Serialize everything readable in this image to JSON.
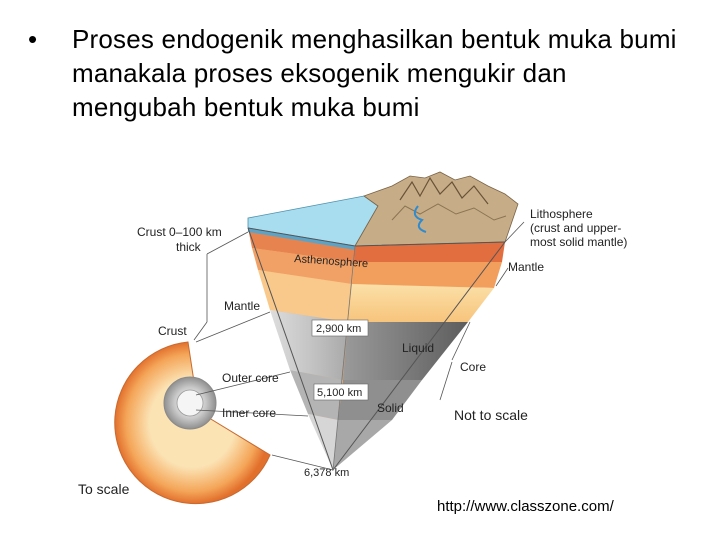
{
  "slide": {
    "bullet_text": "Proses endogenik menghasilkan bentuk muka bumi manakala proses eksogenik mengukir dan mengubah bentuk muka bumi",
    "source_url": "http://www.classzone.com/"
  },
  "diagram": {
    "labels": {
      "crust_0_100_line1": "Crust 0–100 km",
      "crust_0_100_line2": "thick",
      "lithosphere_line1": "Lithosphere",
      "lithosphere_line2": "(crust and upper-",
      "lithosphere_line3": "most solid mantle)",
      "asthenosphere": "Asthenosphere",
      "mantle_right": "Mantle",
      "mantle_left": "Mantle",
      "crust_left": "Crust",
      "depth_2900": "2,900 km",
      "liquid": "Liquid",
      "core": "Core",
      "outer_core": "Outer core",
      "depth_5100": "5,100 km",
      "inner_core": "Inner core",
      "solid": "Solid",
      "not_to_scale": "Not to scale",
      "depth_6378": "6,378 km",
      "to_scale": "To scale"
    },
    "colors": {
      "ocean": "#9fd6ea",
      "crust": "#c9b49a",
      "asthenosphere": "#e8784a",
      "upper_mantle": "#f4a46a",
      "mantle": "#f9cf8c",
      "outer_core": "#8d8d8d",
      "inner_core": "#d9d9d9"
    }
  }
}
